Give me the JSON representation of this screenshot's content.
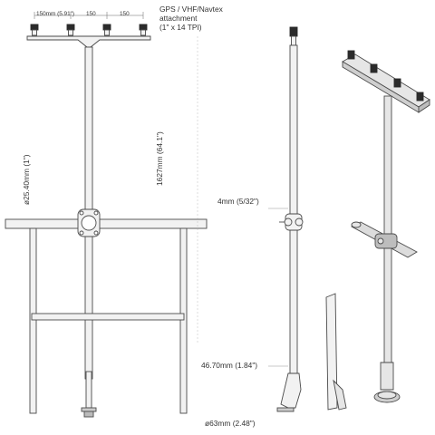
{
  "labels": {
    "spacing_1": "150mm (5.91\")",
    "spacing_2": "150",
    "spacing_3": "150",
    "attachment_line1": "GPS / VHF/Navtex",
    "attachment_line2": "attachment",
    "attachment_line3": "(1\" x 14 TPI)",
    "height": "1627mm (64.1\")",
    "pole_diameter": "ø25.40mm (1\")",
    "thickness": "4mm (5/32\")",
    "base_height": "46.70mm (1.84\")",
    "base_diameter": "ø63mm (2.48\")"
  },
  "colors": {
    "line": "#4a4a4a",
    "fill": "#e6e6e6",
    "dark": "#2b2b2b",
    "dim": "#666666"
  }
}
